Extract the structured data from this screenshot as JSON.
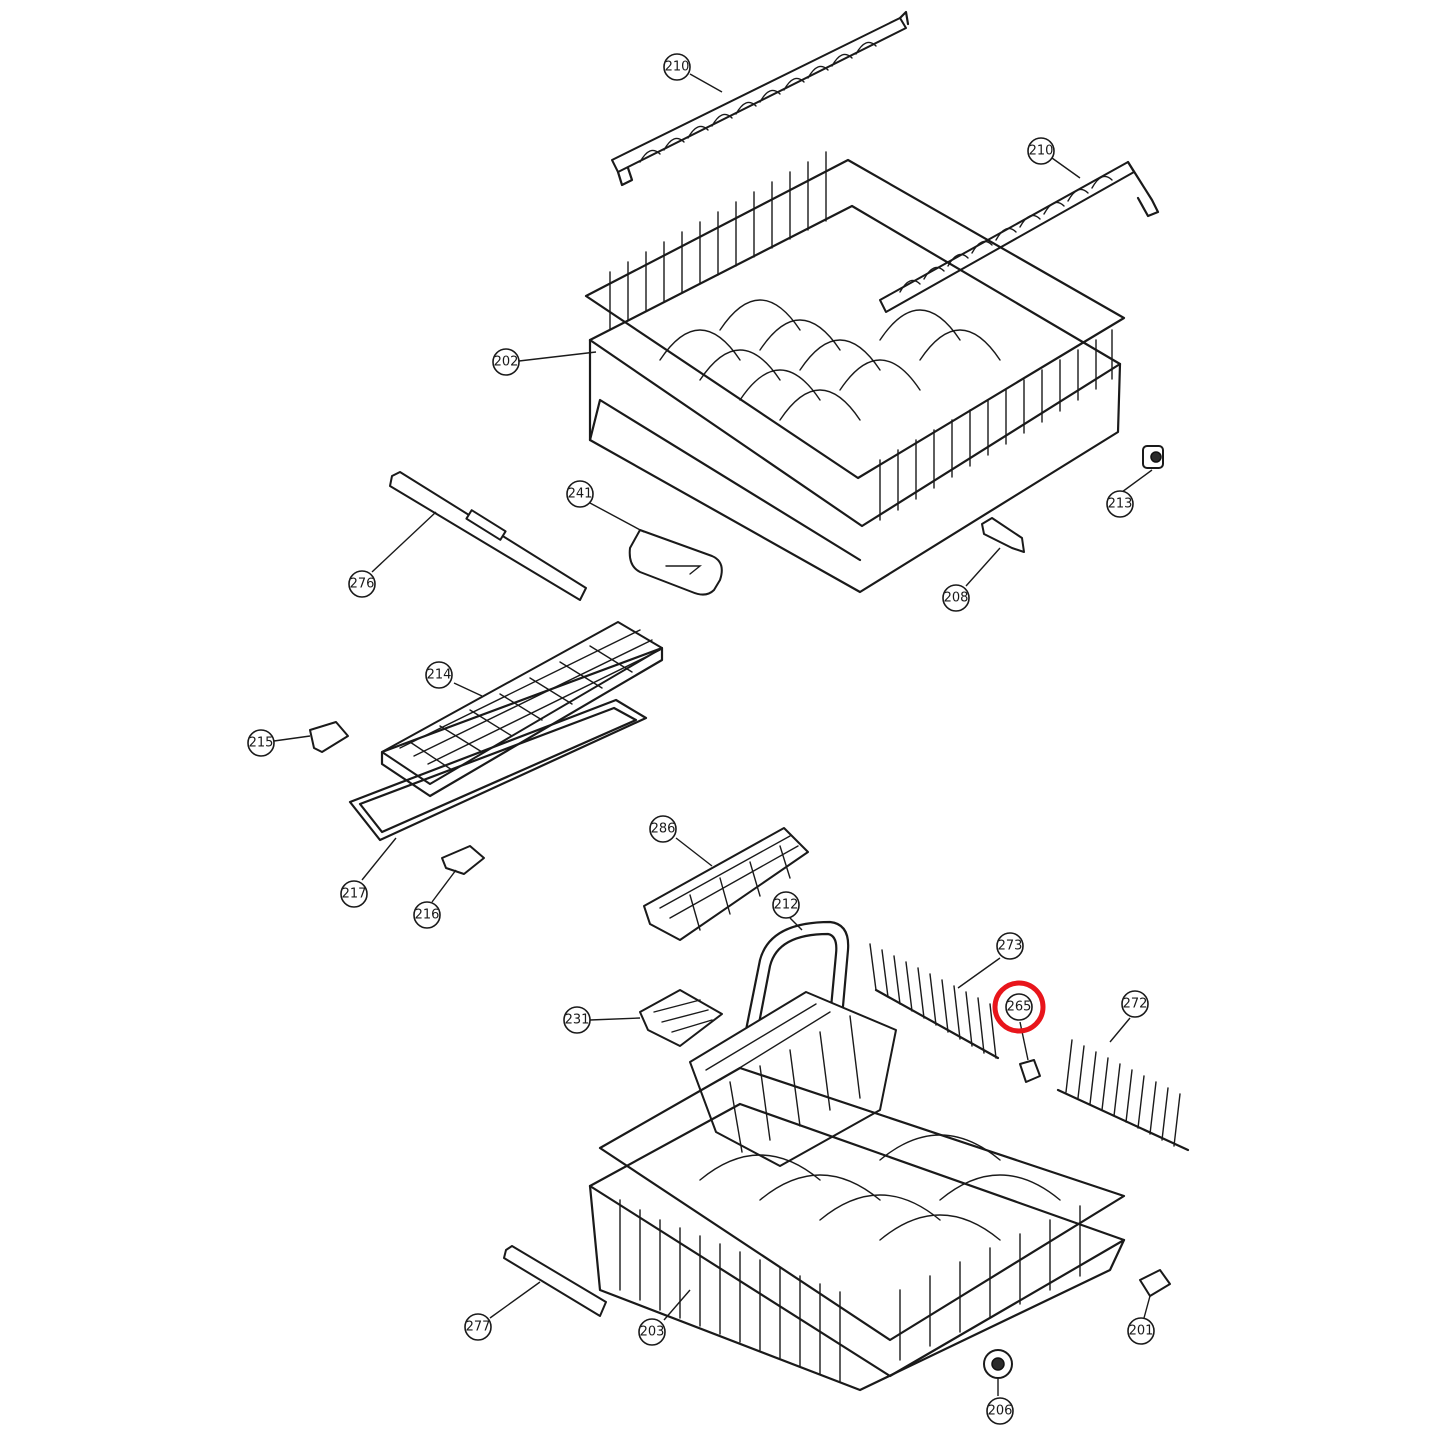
{
  "highlight_color": "#e8151b",
  "highlighted_part": "265",
  "callouts": [
    {
      "id": "c210a",
      "label": "210"
    },
    {
      "id": "c210b",
      "label": "210"
    },
    {
      "id": "c202",
      "label": "202"
    },
    {
      "id": "c213",
      "label": "213"
    },
    {
      "id": "c241",
      "label": "241"
    },
    {
      "id": "c276",
      "label": "276"
    },
    {
      "id": "c208",
      "label": "208"
    },
    {
      "id": "c214",
      "label": "214"
    },
    {
      "id": "c215",
      "label": "215"
    },
    {
      "id": "c217",
      "label": "217"
    },
    {
      "id": "c216",
      "label": "216"
    },
    {
      "id": "c286",
      "label": "286"
    },
    {
      "id": "c212",
      "label": "212"
    },
    {
      "id": "c273",
      "label": "273"
    },
    {
      "id": "c265",
      "label": "265"
    },
    {
      "id": "c272",
      "label": "272"
    },
    {
      "id": "c231",
      "label": "231"
    },
    {
      "id": "c277",
      "label": "277"
    },
    {
      "id": "c203",
      "label": "203"
    },
    {
      "id": "c201",
      "label": "201"
    },
    {
      "id": "c206",
      "label": "206"
    }
  ]
}
